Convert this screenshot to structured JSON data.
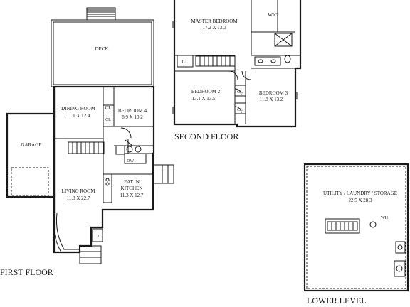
{
  "floors": {
    "first": "FIRST FLOOR",
    "second": "SECOND FLOOR",
    "lower": "LOWER LEVEL"
  },
  "rooms": {
    "deck": "DECK",
    "dining_name": "DINING ROOM",
    "dining_size": "11.1 X 12.4",
    "bed4_name": "BEDROOM 4",
    "bed4_size": "8.9 X 10.2",
    "garage": "GARAGE",
    "living_name": "LIVING ROOM",
    "living_size": "11.3 X 22.7",
    "kitchen_name1": "EAT IN",
    "kitchen_name2": "KITCHEN",
    "kitchen_size": "11.3 X 12.7",
    "master_name": "MASTER BEDROOM",
    "master_size": "17.2 X 13.0",
    "wic": "WIC",
    "bed2_name": "BEDROOM 2",
    "bed2_size": "13.1 X 13.5",
    "bed3_name": "BEDROOM 3",
    "bed3_size": "11.8 X 13.2",
    "utility_name": "UTILITY / LAUNDRY / STORAGE",
    "utility_size": "22.5 X 28.3",
    "wh": "WH"
  },
  "fixtures": {
    "closet": "CL",
    "dishwasher": "DW"
  }
}
